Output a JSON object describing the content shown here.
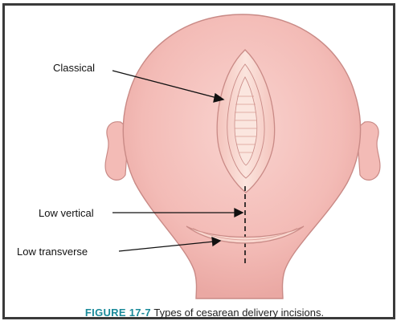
{
  "labels": {
    "classical": "Classical",
    "low_vertical": "Low vertical",
    "low_transverse": "Low transverse"
  },
  "caption": {
    "figure": "FIGURE 17-7",
    "text": "Types of cesarean delivery incisions."
  },
  "colors": {
    "uterus_fill": "#f6c6c2",
    "uterus_outline": "#c98a86",
    "incision_fill": "#f9d7cf",
    "incision_lines": "#c98a86",
    "dashed_line": "#111111",
    "caption_accent": "#1a8a9a",
    "frame": "#3a3a3a"
  }
}
